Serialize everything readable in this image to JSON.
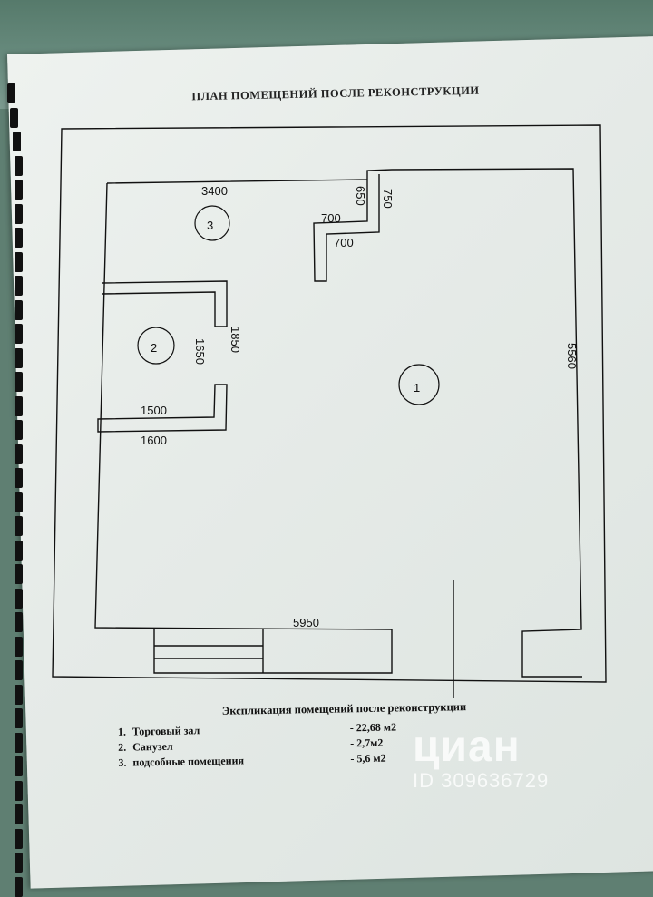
{
  "plan": {
    "title": "ПЛАН ПОМЕЩЕНИЙ ПОСЛЕ РЕКОНСТРУКЦИИ",
    "rooms": [
      {
        "number": "1"
      },
      {
        "number": "2"
      },
      {
        "number": "3"
      }
    ],
    "dimensions": {
      "d3400": "3400",
      "d650": "650",
      "d750": "750",
      "d700a": "700",
      "d700b": "700",
      "d1850": "1850",
      "d1650": "1650",
      "d1500": "1500",
      "d1600": "1600",
      "d5560": "5560",
      "d5950": "5950"
    }
  },
  "explication": {
    "title": "Экспликация помещений после реконструкции",
    "items": [
      {
        "num": "1.",
        "name": "Торговый зал",
        "area": "- 22,68 м2"
      },
      {
        "num": "2.",
        "name": "Санузел",
        "area": "- 2,7м2"
      },
      {
        "num": "3.",
        "name": "подсобные помещения",
        "area": "- 5,6 м2"
      }
    ]
  },
  "watermark": {
    "logo": "циан",
    "id": "ID 309636729"
  },
  "colors": {
    "background": "#5f7f72",
    "paper": "#e6ebe8",
    "ink": "#111111"
  }
}
